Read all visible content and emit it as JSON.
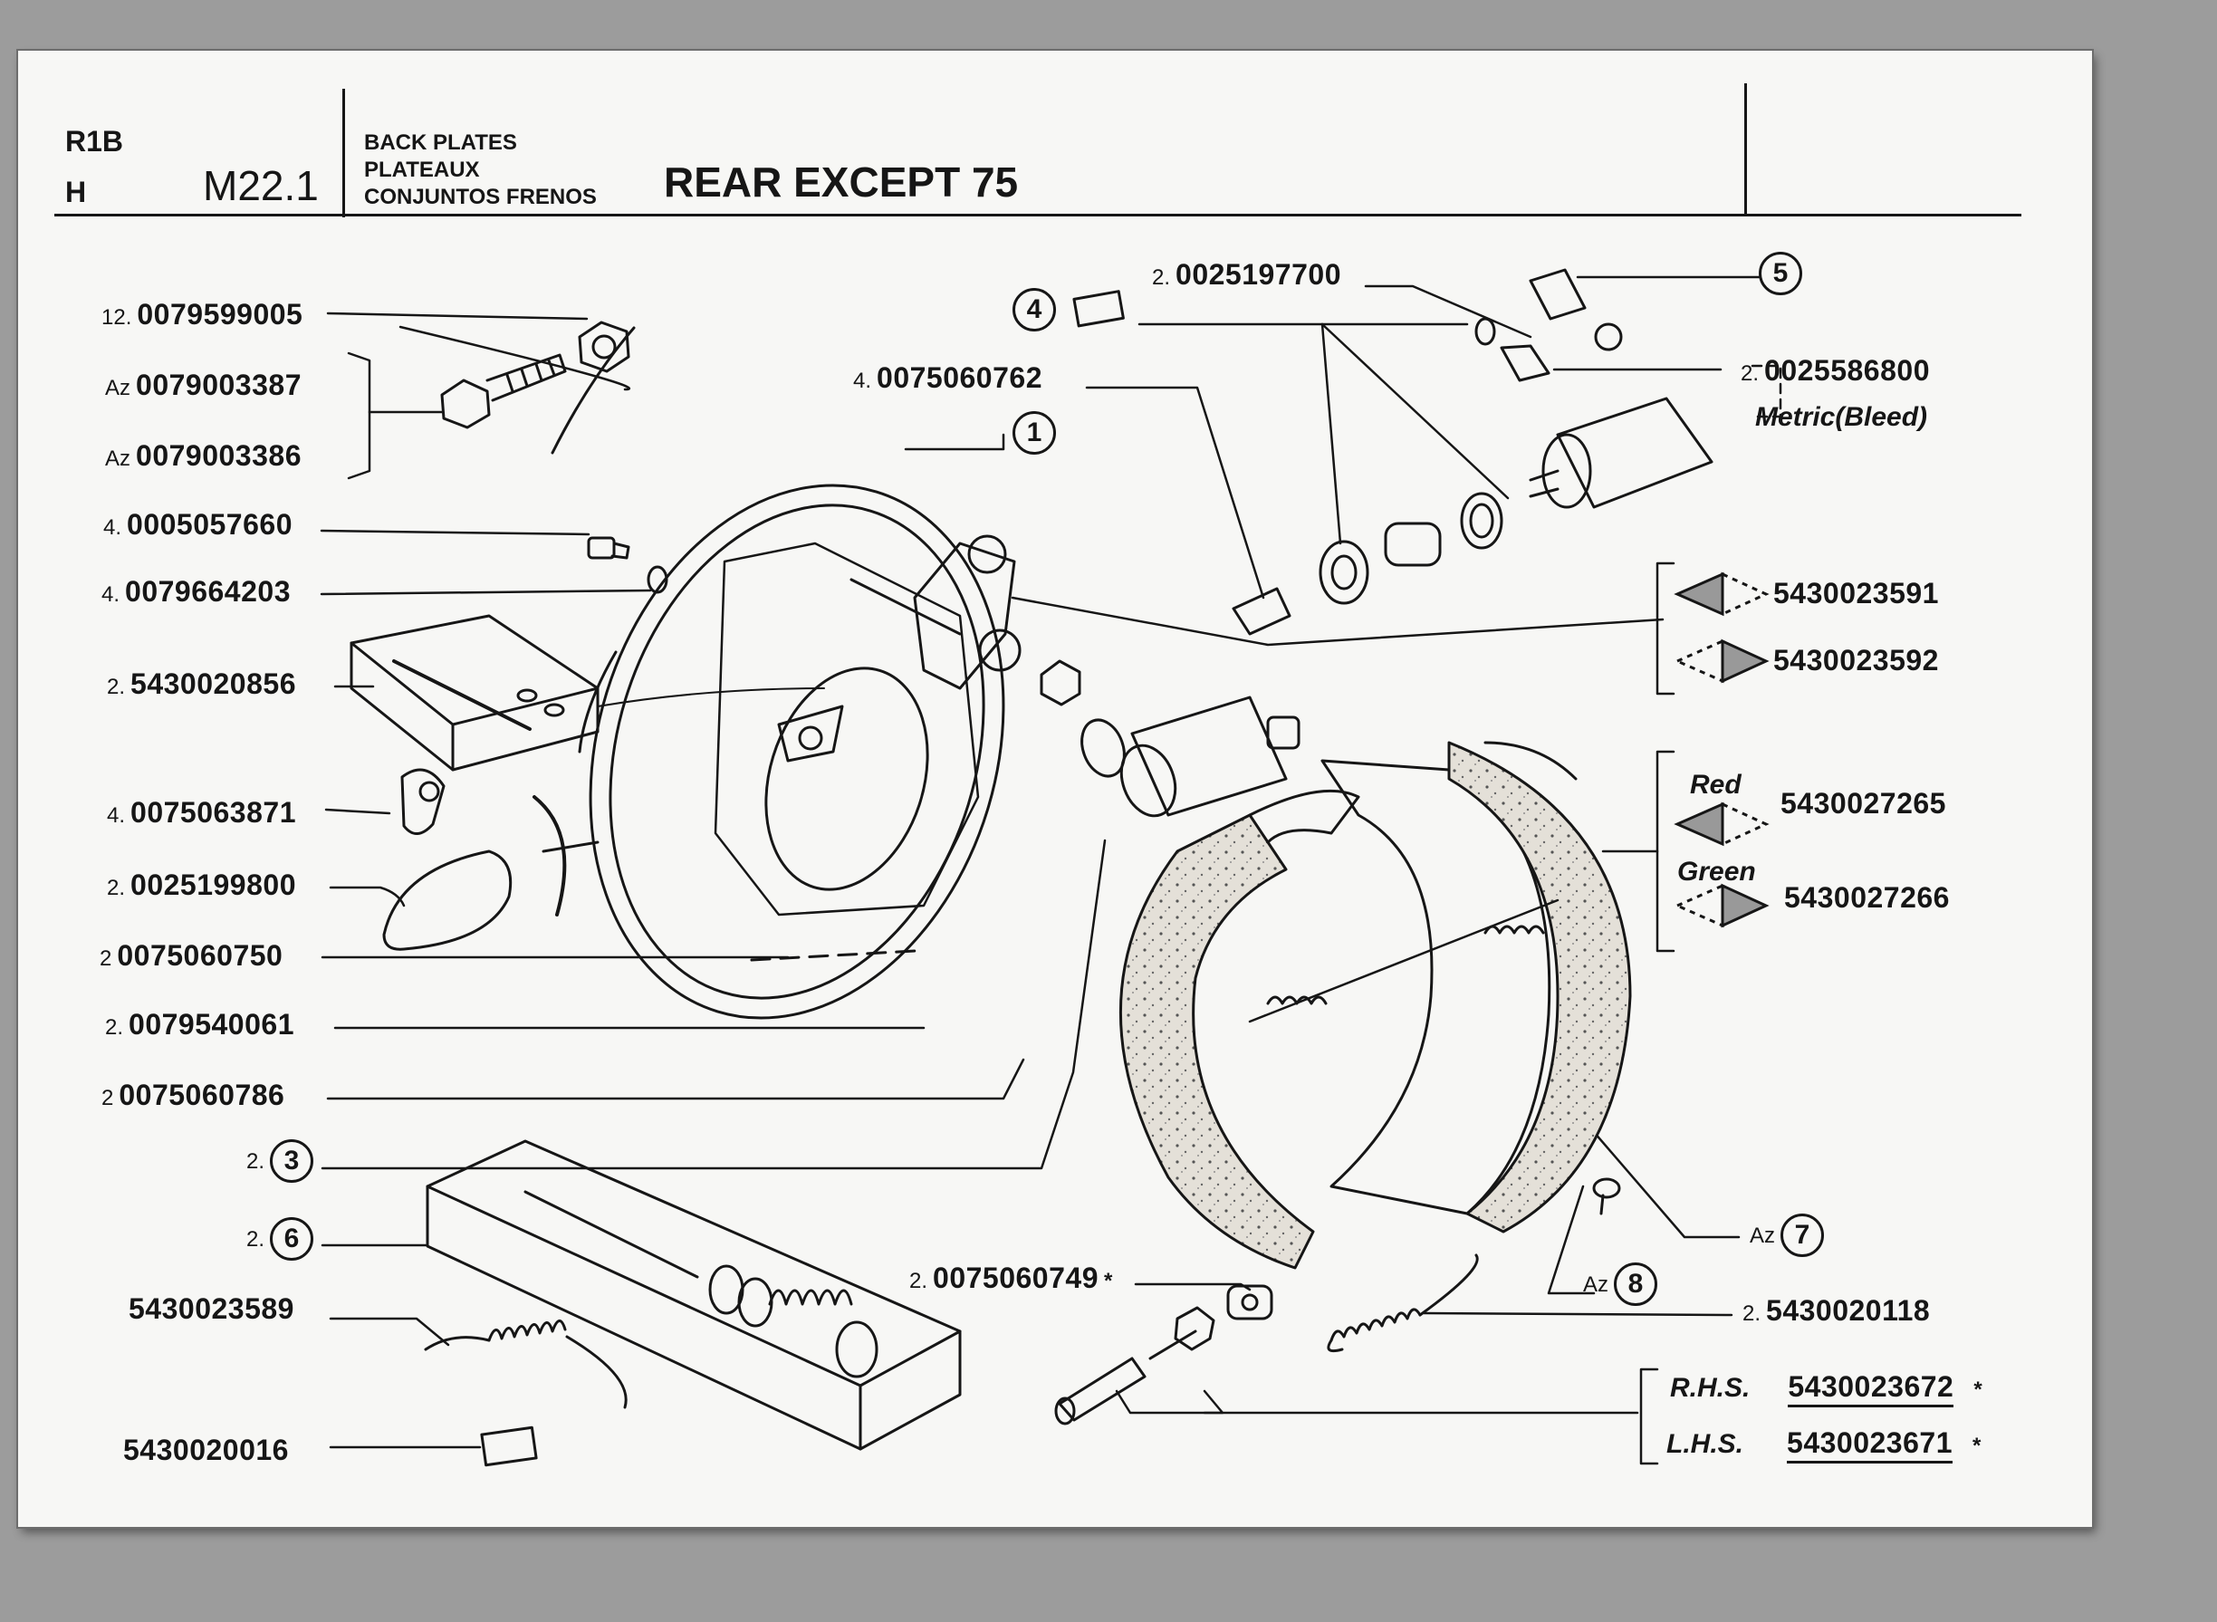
{
  "header": {
    "model_code": "R1B",
    "model_sub": "H",
    "section_code": "M22.1",
    "group_names": [
      "BACK PLATES",
      "PLATEAUX",
      "CONJUNTOS FRENOS"
    ],
    "title": "REAR EXCEPT 75"
  },
  "left_callouts": [
    {
      "qty": "12.",
      "part": "0079599005"
    },
    {
      "qty": "Az",
      "part": "0079003387"
    },
    {
      "qty": "Az",
      "part": "0079003386"
    },
    {
      "qty": "4.",
      "part": "0005057660"
    },
    {
      "qty": "4.",
      "part": "0079664203"
    },
    {
      "qty": "2.",
      "part": "5430020856"
    },
    {
      "qty": "4.",
      "part": "0075063871"
    },
    {
      "qty": "2.",
      "part": "0025199800"
    },
    {
      "qty": "2",
      "part": "0075060750"
    },
    {
      "qty": "2.",
      "part": "0079540061"
    },
    {
      "qty": "2",
      "part": "0075060786"
    },
    {
      "qty": "2.",
      "ref": "3"
    },
    {
      "qty": "2.",
      "ref": "6"
    },
    {
      "qty": "",
      "part": "5430023589"
    },
    {
      "qty": "",
      "part": "5430020016"
    }
  ],
  "top_callouts": [
    {
      "qty": "2.",
      "part": "0025197700"
    },
    {
      "ref": "4"
    },
    {
      "qty": "4.",
      "part": "0075060762"
    },
    {
      "ref": "1"
    },
    {
      "ref": "5"
    },
    {
      "qty": "2.",
      "part": "0025586800",
      "note": "Metric(Bleed)"
    }
  ],
  "right_callouts": {
    "cylinder_set": [
      "5430023591",
      "5430023592"
    ],
    "shoe_set": [
      {
        "color": "Red",
        "part": "5430027265"
      },
      {
        "color": "Green",
        "part": "5430027266"
      }
    ],
    "ref7": {
      "qty": "Az",
      "ref": "7"
    },
    "ref8": {
      "qty": "Az",
      "ref": "8"
    },
    "spring": {
      "qty": "2.",
      "part": "5430020118"
    },
    "adjuster": {
      "qty": "2.",
      "part": "0075060749",
      "star": "*"
    },
    "sides": [
      {
        "side": "R.H.S.",
        "part": "5430023672",
        "star": "*"
      },
      {
        "side": "L.H.S.",
        "part": "5430023671",
        "star": "*"
      }
    ]
  },
  "colors": {
    "paper": "#f7f7f5",
    "ink": "#161616",
    "scan_background": "#9c9c9c",
    "lining_fill": "#cfcac0"
  }
}
